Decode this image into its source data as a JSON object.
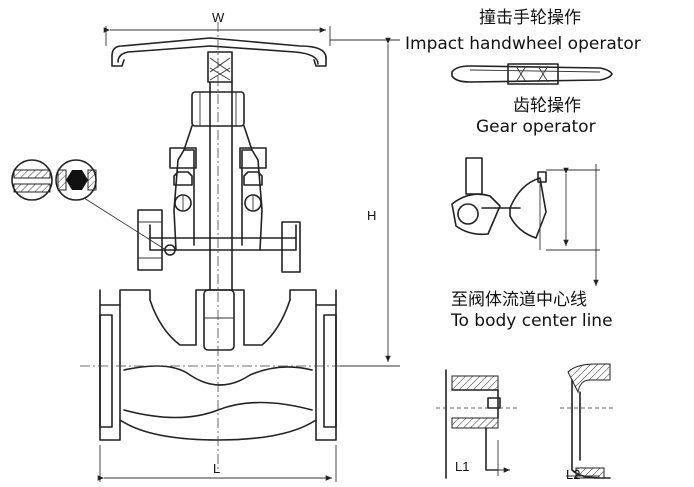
{
  "labels": {
    "impact_handwheel_zh": "撞击手轮操作",
    "impact_handwheel_en": "Impact handwheel operator",
    "gear_zh": "齿轮操作",
    "gear_en": "Gear operator",
    "center_zh": "至阀体流道中心线",
    "center_en": "To body center line"
  },
  "dimensions": {
    "w": "W",
    "h": "H",
    "l": "L",
    "l1": "L1",
    "l2": "L2"
  }
}
